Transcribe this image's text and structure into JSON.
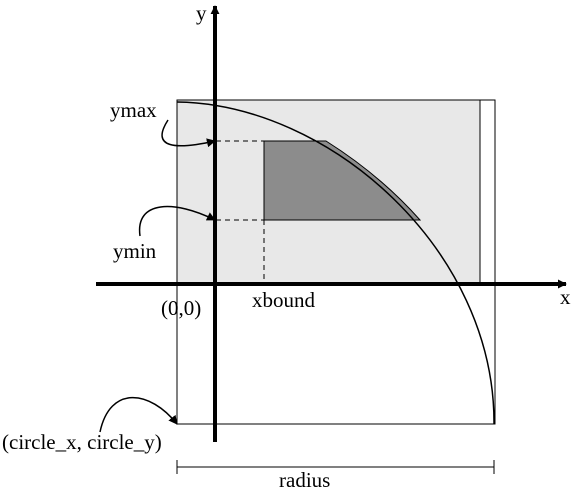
{
  "labels": {
    "y_axis": "y",
    "x_axis": "x",
    "ymax": "ymax",
    "ymin": "ymin",
    "origin": "(0,0)",
    "xbound": "xbound",
    "circle_point": "(circle_x, circle_y)",
    "radius": "radius"
  },
  "colors": {
    "light_region": "#e8e8e8",
    "dark_region": "#8c8c8c",
    "ink": "#000000"
  }
}
